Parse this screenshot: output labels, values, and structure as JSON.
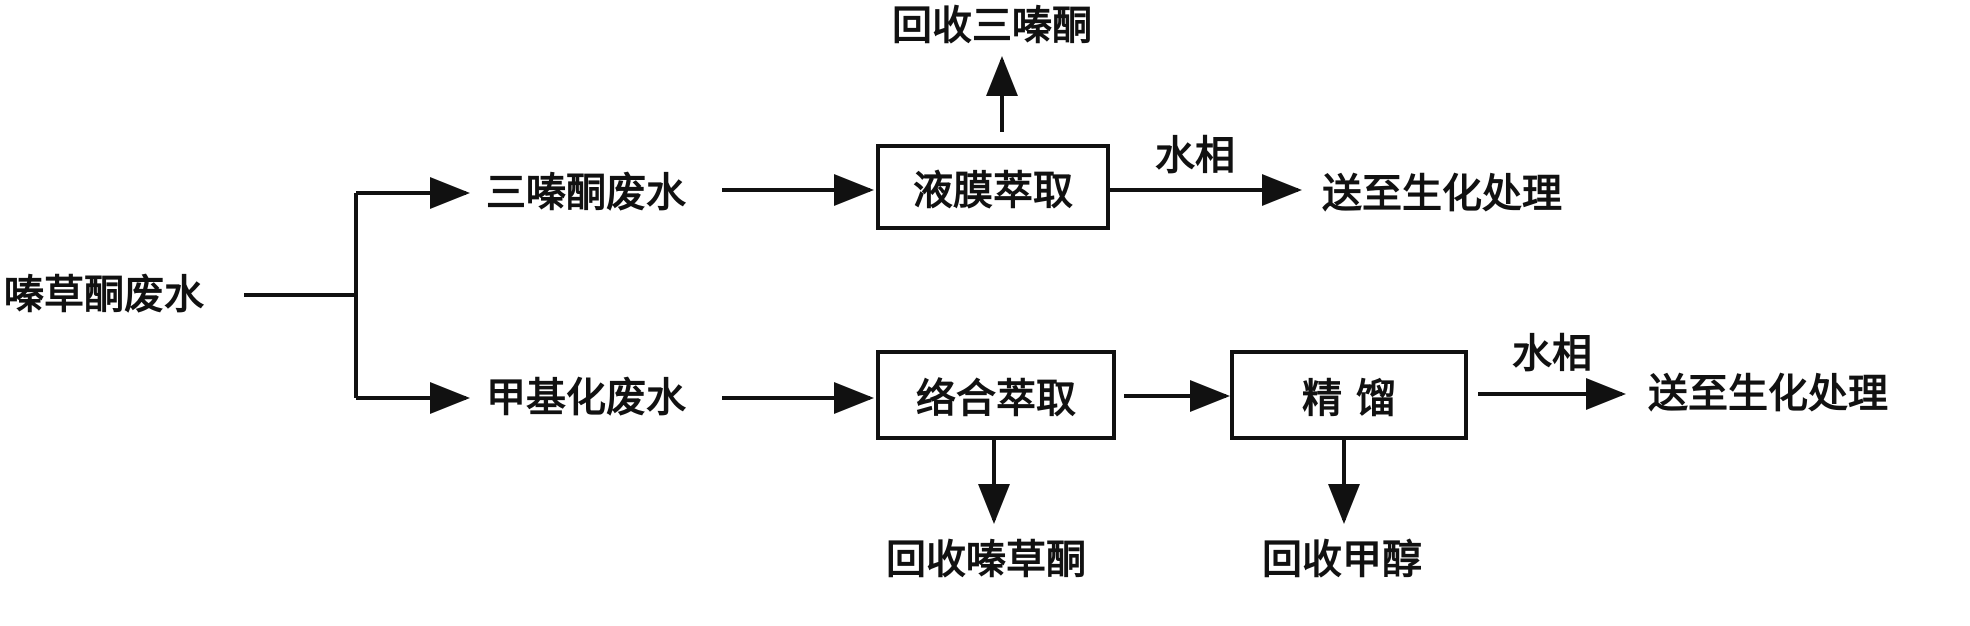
{
  "source": "嗪草酮废水",
  "branch_top": "三嗪酮废水",
  "branch_bottom": "甲基化废水",
  "proc1": "液膜萃取",
  "proc2": "络合萃取",
  "proc3": "精 馏",
  "recover_top": "回收三嗪酮",
  "recover_mid": "回收嗪草酮",
  "recover_methanol": "回收甲醇",
  "water_top": "水相",
  "water_bottom": "水相",
  "out_top": "送至生化处理",
  "out_bottom": "送至生化处理"
}
